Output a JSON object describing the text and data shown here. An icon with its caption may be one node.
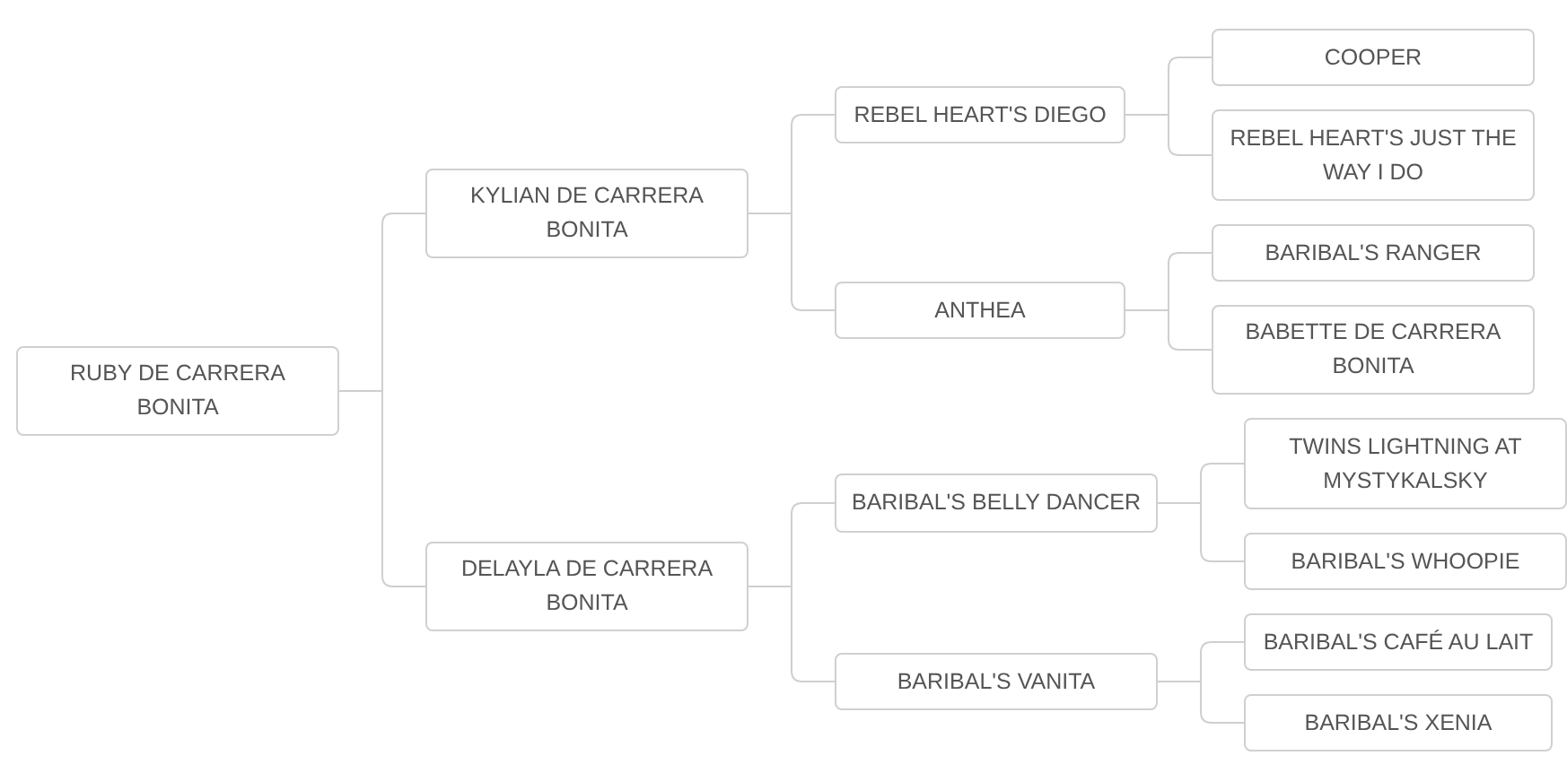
{
  "diagram": {
    "nodes": [
      {
        "text": [
          "RUBY DE CARRERA BONITA"
        ]
      },
      {
        "text": [
          "KYLIAN DE CARRERA BONITA"
        ]
      },
      {
        "text": [
          "DELAYLA DE CARRERA BONITA"
        ]
      },
      {
        "text": [
          "REBEL HEART'S DIEGO"
        ]
      },
      {
        "text": [
          "ANTHEA"
        ]
      },
      {
        "text": [
          "BARIBAL'S BELLY DANCER"
        ]
      },
      {
        "text": [
          "BARIBAL'S VANITA"
        ]
      },
      {
        "text": [
          "COOPER"
        ]
      },
      {
        "text": [
          "REBEL HEART'S JUST THE WAY I DO"
        ]
      },
      {
        "text": [
          "BARIBAL'S RANGER"
        ]
      },
      {
        "text": [
          "BABETTE DE CARRERA BONITA"
        ]
      },
      {
        "text": [
          "TWINS LIGHTNING AT MYSTYKALSKY"
        ]
      },
      {
        "text": [
          "BARIBAL'S WHOOPIE"
        ]
      },
      {
        "text": [
          "BARIBAL'S CAFÉ AU LAIT"
        ]
      },
      {
        "text": [
          "BARIBAL'S XENIA"
        ]
      }
    ],
    "edges": [
      {
        "from": 0,
        "to": 1,
        "arrow": "none"
      },
      {
        "from": 0,
        "to": 2,
        "arrow": "none"
      },
      {
        "from": 1,
        "to": 3,
        "arrow": "none"
      },
      {
        "from": 1,
        "to": 4,
        "arrow": "none"
      },
      {
        "from": 2,
        "to": 5,
        "arrow": "none"
      },
      {
        "from": 2,
        "to": 6,
        "arrow": "none"
      },
      {
        "from": 3,
        "to": 7,
        "arrow": "none"
      },
      {
        "from": 3,
        "to": 8,
        "arrow": "none"
      },
      {
        "from": 4,
        "to": 9,
        "arrow": "none"
      },
      {
        "from": 4,
        "to": 10,
        "arrow": "none"
      },
      {
        "from": 5,
        "to": 11,
        "arrow": "none"
      },
      {
        "from": 5,
        "to": 12,
        "arrow": "none"
      },
      {
        "from": 6,
        "to": 13,
        "arrow": "none"
      },
      {
        "from": 6,
        "to": 14,
        "arrow": "none"
      }
    ]
  }
}
